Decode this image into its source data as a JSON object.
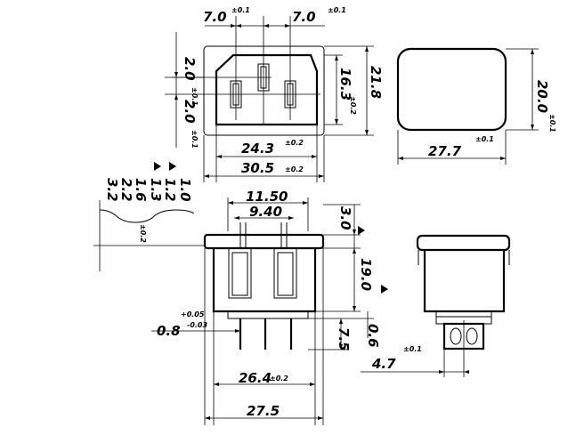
{
  "front_view": {
    "pin_spacing_left": "7.0",
    "pin_spacing_left_tol": "±0.1",
    "pin_spacing_right": "7.0",
    "pin_spacing_right_tol": "±0.1",
    "top_offset": "2.0",
    "top_offset_tol": "±0.1",
    "bottom_offset": "2.0",
    "bottom_offset_tol": "±0.1",
    "opening_height": "16.3",
    "opening_height_tol": "±0.2",
    "overall_height": "21.8",
    "opening_width": "24.3",
    "opening_width_tol": "±0.2",
    "overall_width": "30.5",
    "overall_width_tol": "±0.2"
  },
  "cutout_view": {
    "width": "27.7",
    "width_tol": "±0.1",
    "height": "20.0",
    "height_tol": "±0.1"
  },
  "panel_thickness": {
    "values": [
      "1.0",
      "1.2",
      "1.6",
      "2.2",
      "3.2"
    ],
    "flag_1": "1.3",
    "tol": "±0.2"
  },
  "side_view": {
    "outer_clip": "11.50",
    "inner_clip": "9.40",
    "flange": "3.0",
    "body_depth": "19.0",
    "pin_width": "0.8",
    "pin_width_tol_upper": "+0.05",
    "pin_width_tol_lower": "-0.03",
    "terminal_length": "7.5",
    "terminal_thickness": "0.6",
    "body_width": "26.4",
    "body_width_tol": "±0.2",
    "flange_width": "27.5"
  },
  "end_view": {
    "terminal_offset": "4.7",
    "terminal_offset_tol": "±0.1"
  }
}
